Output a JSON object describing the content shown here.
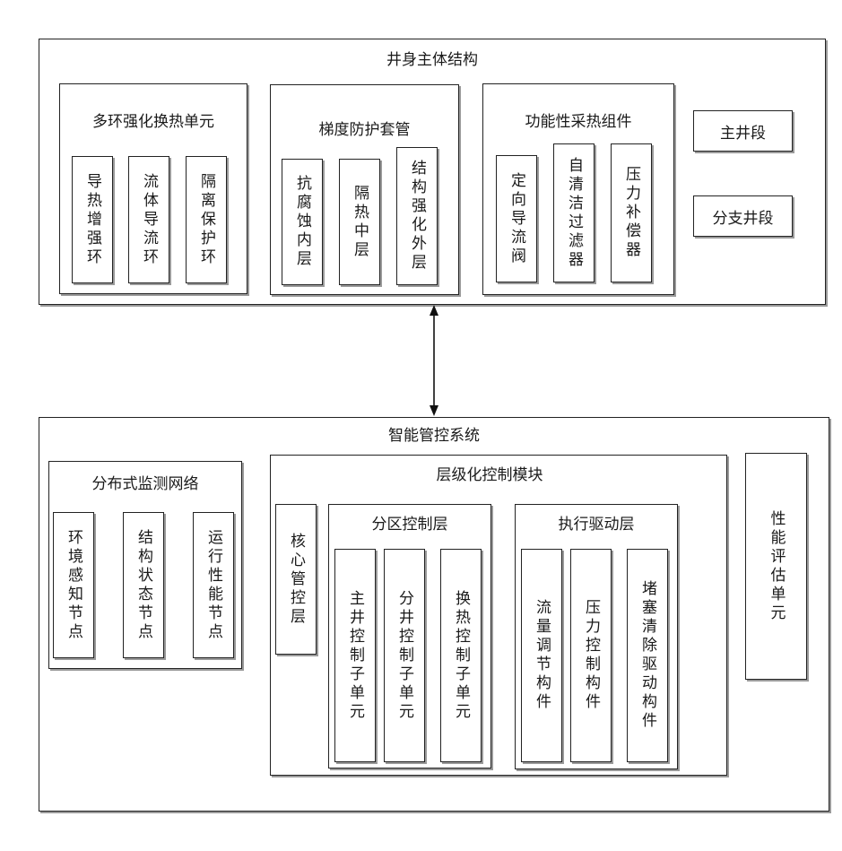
{
  "main_structure": {
    "title": "井身主体结构",
    "multi_ring": {
      "title": "多环强化换热单元",
      "items": [
        "导热增强环",
        "流体导流环",
        "隔离保护环"
      ]
    },
    "gradient_casing": {
      "title": "梯度防护套管",
      "items": [
        "抗腐蚀内层",
        "隔热中层",
        "结构强化外层"
      ]
    },
    "functional_heat": {
      "title": "功能性采热组件",
      "items": [
        "定向导流阀",
        "自清洁过滤器",
        "压力补偿器"
      ]
    },
    "main_well": "主井段",
    "branch_well": "分支井段"
  },
  "intelligent_control": {
    "title": "智能管控系统",
    "monitoring": {
      "title": "分布式监测网络",
      "items": [
        "环境感知节点",
        "结构状态节点",
        "运行性能节点"
      ]
    },
    "hierarchical": {
      "title": "层级化控制模块",
      "core": "核心管控层",
      "zone": {
        "title": "分区控制层",
        "items": [
          "主井控制子单元",
          "分井控制子单元",
          "换热控制子单元"
        ]
      },
      "exec": {
        "title": "执行驱动层",
        "items": [
          "流量调节构件",
          "压力控制构件",
          "堵塞清除驱动构件"
        ]
      }
    },
    "eval": "性能评估单元"
  }
}
